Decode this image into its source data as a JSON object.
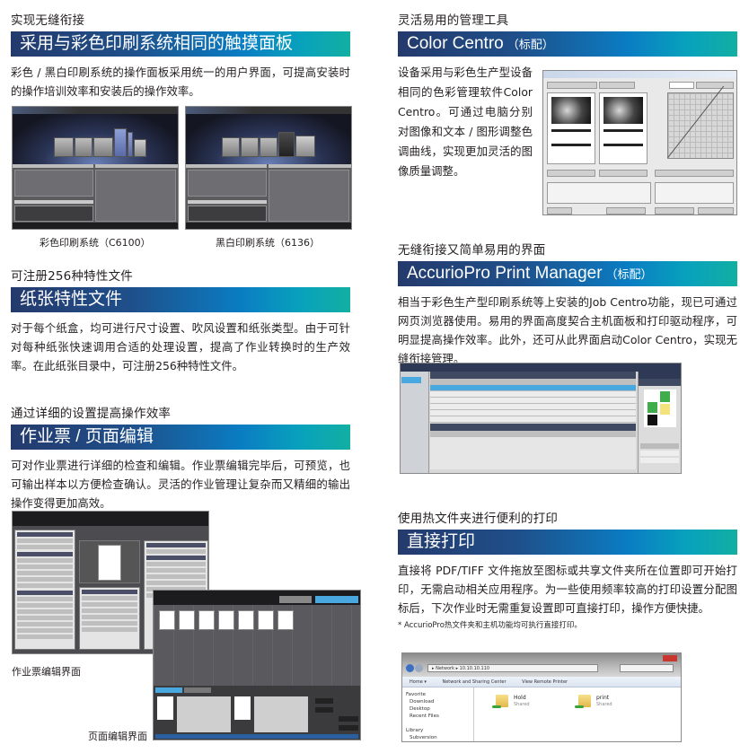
{
  "left": {
    "sections": [
      {
        "kicker": "实现无缝衔接",
        "title": "采用与彩色印刷系统相同的触摸面板",
        "body": "彩色 / 黑白印刷系统的操作面板采用统一的用户界面，可提高安装时的操作培训效率和安装后的操作效率。",
        "images": [
          {
            "caption": "彩色印刷系统（C6100）"
          },
          {
            "caption": "黑白印刷系统（6136）"
          }
        ]
      },
      {
        "kicker": "可注册256种特性文件",
        "title": "纸张特性文件",
        "body": "对于每个纸盒，均可进行尺寸设置、吹风设置和纸张类型。由于可针对每种纸张快速调用合适的处理设置，提高了作业转换时的生产效率。在此纸张目录中，可注册256种特性文件。"
      },
      {
        "kicker": "通过详细的设置提高操作效率",
        "title": "作业票 / 页面编辑",
        "body": "可对作业票进行详细的检查和编辑。作业票编辑完毕后，可预览，也可输出样本以方便检查确认。灵活的作业管理让复杂而又精细的输出操作变得更加高效。",
        "images": [
          {
            "caption": "作业票编辑界面"
          },
          {
            "caption": "页面编辑界面"
          }
        ]
      }
    ]
  },
  "right": {
    "sections": [
      {
        "kicker": "灵活易用的管理工具",
        "title": "Color Centro",
        "tag": "（标配）",
        "body": "设备采用与彩色生产型设备相同的色彩管理软件Color Centro。可通过电脑分别对图像和文本 / 图形调整色调曲线，实现更加灵活的图像质量调整。"
      },
      {
        "kicker": "无缝衔接又简单易用的界面",
        "title": "AccurioPro Print Manager",
        "tag": "（标配）",
        "body": "相当于彩色生产型印刷系统等上安装的Job Centro功能，现已可通过网页浏览器使用。易用的界面高度契合主机面板和打印驱动程序，可明显提高操作效率。此外，还可从此界面启动Color Centro，实现无缝衔接管理。"
      },
      {
        "kicker": "使用热文件夹进行便利的打印",
        "title": "直接打印",
        "body": "直接将 PDF/TIFF 文件拖放至图标或共享文件夹所在位置即可开始打印，无需启动相关应用程序。为一些使用频率较高的打印设置分配图标后，下次作业时无需重复设置即可直接打印，操作方便快捷。",
        "note": "* AccurioPro热文件夹和主机功能均可执行直接打印。",
        "explorer": {
          "address": "▸ Network ▸ 10.10.10.110",
          "toolbar": [
            "Home ▾",
            "Network and Sharing Center",
            "View Remote Printer"
          ],
          "nav": [
            "Favorite",
            "Download",
            "Desktop",
            "Recent Files",
            "",
            "Library",
            "Subversion"
          ],
          "folders": [
            {
              "name": "Hold",
              "sub": "Shared"
            },
            {
              "name": "print",
              "sub": "Shared"
            }
          ]
        }
      }
    ]
  },
  "colors": {
    "bar_start": "#243a6c",
    "bar_mid": "#0a7dc3",
    "bar_end": "#12afa3",
    "text": "#231f20"
  }
}
